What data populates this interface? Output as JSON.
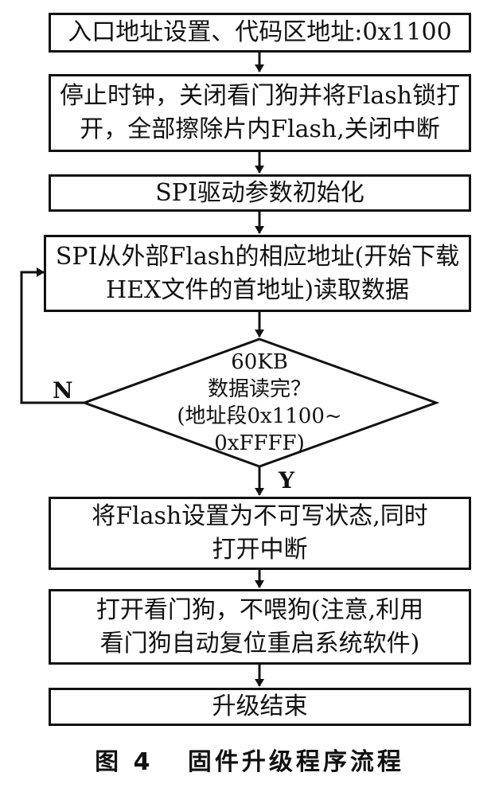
{
  "steps": [
    {
      "lines": [
        "入口地址设置、代码区地址:0x1100"
      ]
    },
    {
      "lines": [
        "停止时钟，关闭看门狗并将Flash锁打",
        "开，全部擦除片内Flash,关闭中断"
      ]
    },
    {
      "lines": [
        "SPI驱动参数初始化"
      ]
    },
    {
      "lines": [
        "SPI从外部Flash的相应地址(开始下载",
        "HEX文件的首地址)读取数据"
      ]
    },
    {
      "lines": [
        "将Flash设置为不可写状态,同时",
        "打开中断"
      ]
    },
    {
      "lines": [
        "打开看门狗，不喂狗(注意,利用",
        "看门狗自动复位重启系统软件)"
      ]
    },
    {
      "lines": [
        "升级结束"
      ]
    }
  ],
  "decision": {
    "lines": [
      "60KB",
      "数据读完？",
      "(地址段0x1100~",
      "0xFFFF)"
    ],
    "no_label": "N",
    "yes_label": "Y"
  },
  "caption": "图 4   固件升级程序流程"
}
